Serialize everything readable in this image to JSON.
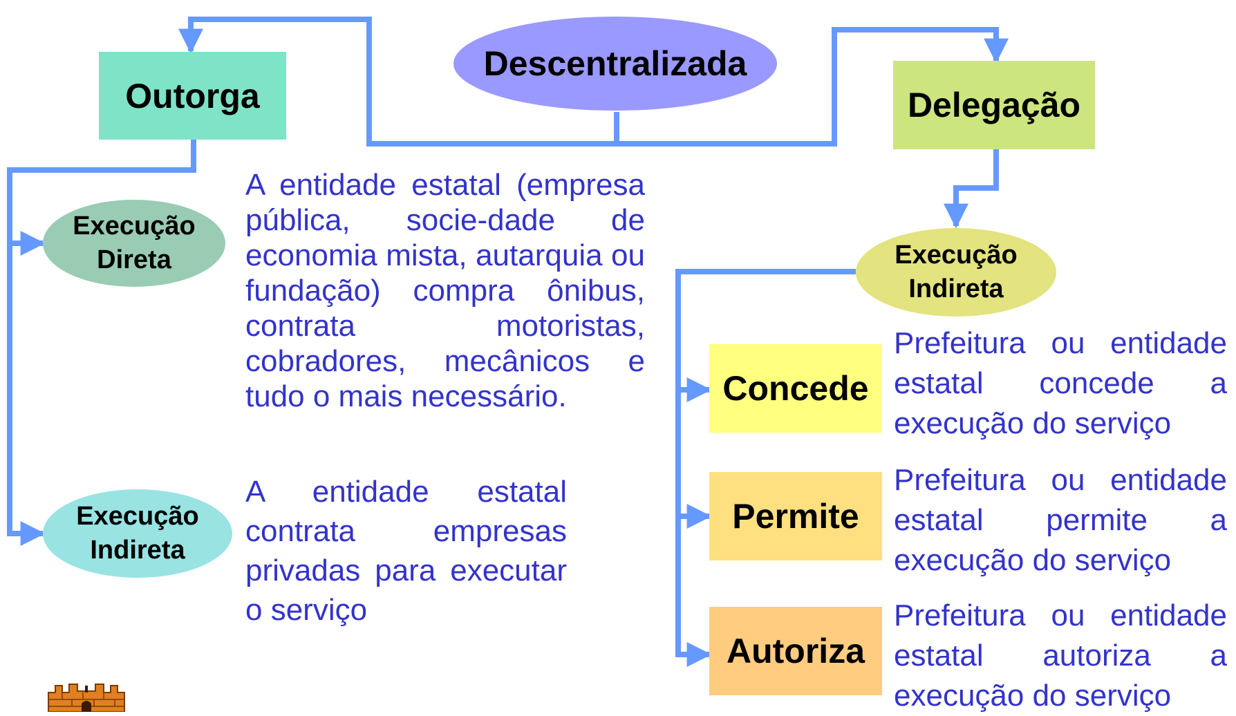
{
  "colors": {
    "connector": "#6699ff",
    "text_blue": "#3333cc",
    "descentralizada": "#9999ff",
    "outorga": "#7fe3c8",
    "delegacao": "#cce57f",
    "exec_direta": "#99ccb3",
    "exec_indireta_left": "#99e3e3",
    "exec_indireta_right": "#e3e37f",
    "concede": "#ffff80",
    "permite": "#ffe080",
    "autoriza": "#ffcc80"
  },
  "nodes": {
    "descentralizada": "Descentralizada",
    "outorga": "Outorga",
    "delegacao": "Delegação",
    "exec_direta_1": "Execução",
    "exec_direta_2": "Direta",
    "exec_indireta_left_1": "Execução",
    "exec_indireta_left_2": "Indireta",
    "exec_indireta_right_1": "Execução",
    "exec_indireta_right_2": "Indireta",
    "concede": "Concede",
    "permite": "Permite",
    "autoriza": "Autoriza"
  },
  "texts": {
    "direta_desc": "A entidade estatal (empresa pública, socie-dade de economia mista, autarquia ou fundação) compra ônibus, contrata motoristas, cobradores, mecânicos e tudo o mais necessário.",
    "indireta_desc": "A entidade estatal contrata empresas privadas para executar o serviço",
    "concede_desc": "Prefeitura ou entidade estatal concede a execução do serviço",
    "permite_desc": "Prefeitura ou entidade estatal permite a execução do serviço",
    "autoriza_desc": "Prefeitura ou entidade estatal autoriza a execução do serviço"
  },
  "logo": {
    "icon": "city-crown-emblem-icon"
  }
}
